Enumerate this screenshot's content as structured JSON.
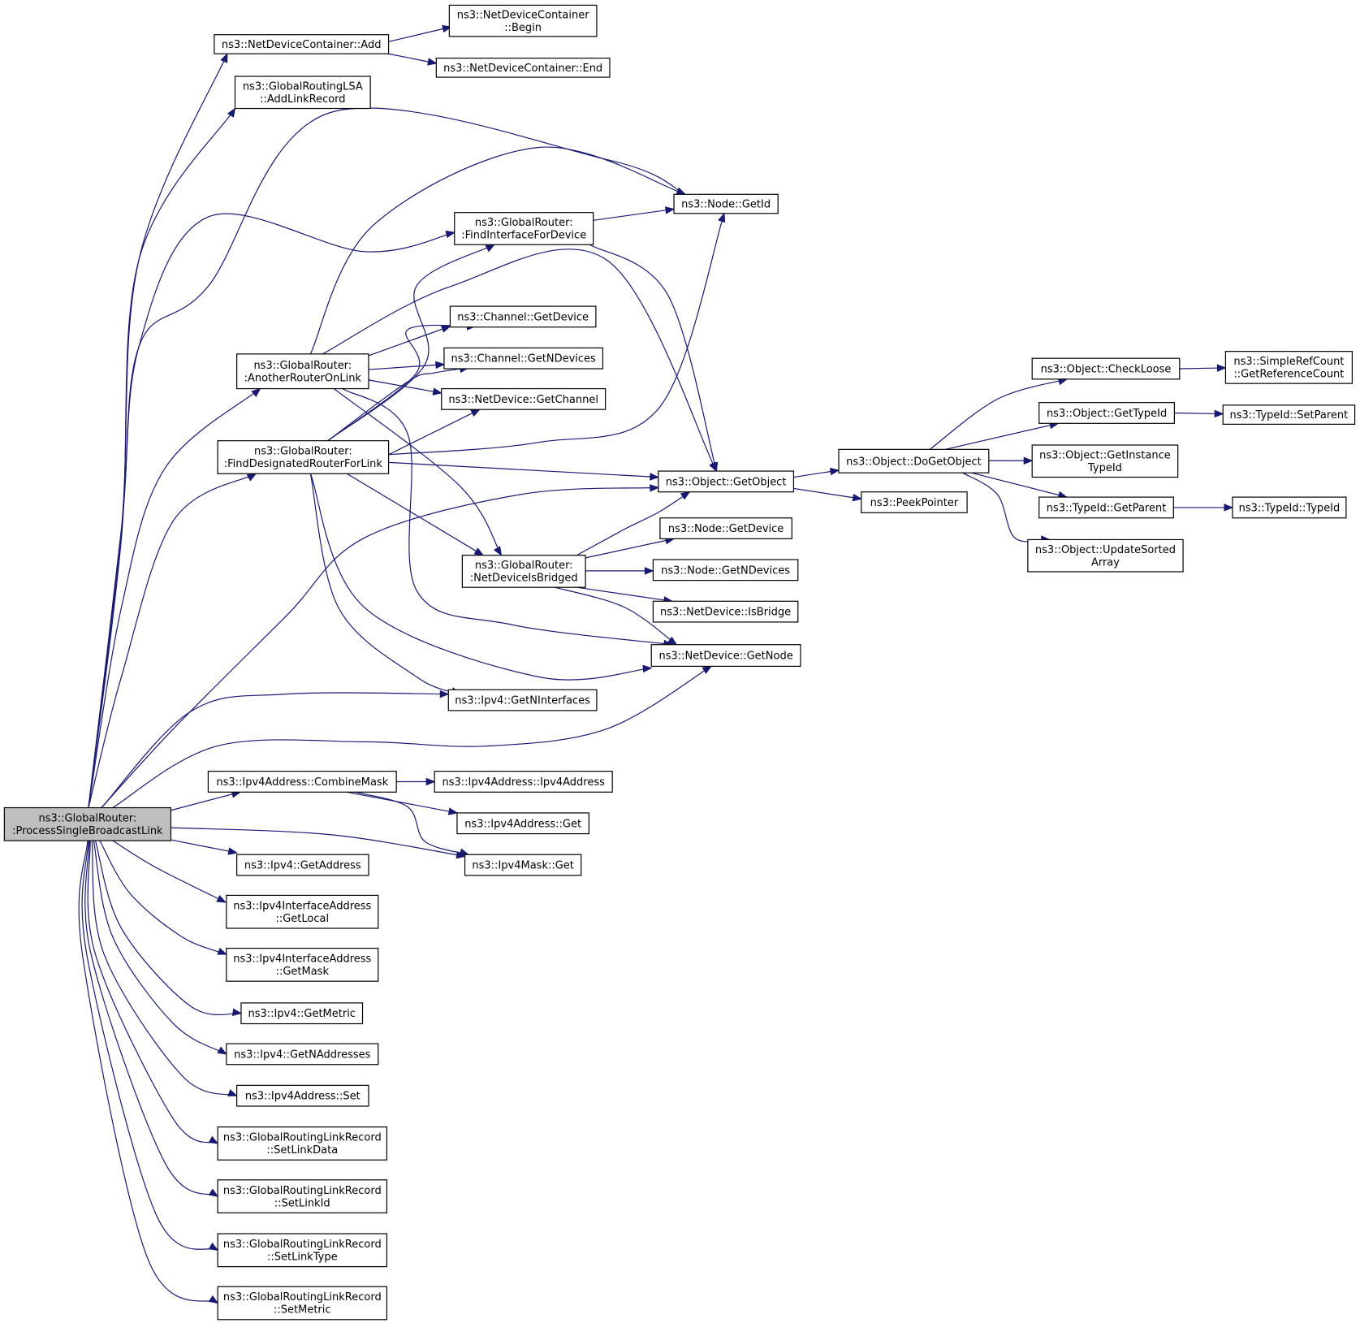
{
  "diagram": {
    "type": "call-graph",
    "edge_color": "#191970",
    "root_fill": "#bfbfbf",
    "node_fill": "#ffffff",
    "nodes": [
      {
        "id": "root",
        "lines": [
          "ns3::GlobalRouter:",
          ":ProcessSingleBroadcastLink"
        ],
        "root": true
      },
      {
        "id": "ndc_add",
        "lines": [
          "ns3::NetDeviceContainer::Add"
        ]
      },
      {
        "id": "ndc_begin",
        "lines": [
          "ns3::NetDeviceContainer",
          "::Begin"
        ]
      },
      {
        "id": "ndc_end",
        "lines": [
          "ns3::NetDeviceContainer::End"
        ]
      },
      {
        "id": "lsa_add",
        "lines": [
          "ns3::GlobalRoutingLSA",
          "::AddLinkRecord"
        ]
      },
      {
        "id": "node_getid",
        "lines": [
          "ns3::Node::GetId"
        ]
      },
      {
        "id": "find_iface",
        "lines": [
          "ns3::GlobalRouter:",
          ":FindInterfaceForDevice"
        ]
      },
      {
        "id": "ch_getdev",
        "lines": [
          "ns3::Channel::GetDevice"
        ]
      },
      {
        "id": "ch_getndev",
        "lines": [
          "ns3::Channel::GetNDevices"
        ]
      },
      {
        "id": "another",
        "lines": [
          "ns3::GlobalRouter:",
          ":AnotherRouterOnLink"
        ]
      },
      {
        "id": "nd_getch",
        "lines": [
          "ns3::NetDevice::GetChannel"
        ]
      },
      {
        "id": "find_dr",
        "lines": [
          "ns3::GlobalRouter:",
          ":FindDesignatedRouterForLink"
        ]
      },
      {
        "id": "getobject",
        "lines": [
          "ns3::Object::GetObject"
        ]
      },
      {
        "id": "dogetobject",
        "lines": [
          "ns3::Object::DoGetObject"
        ]
      },
      {
        "id": "peekpointer",
        "lines": [
          "ns3::PeekPointer"
        ]
      },
      {
        "id": "checkloose",
        "lines": [
          "ns3::Object::CheckLoose"
        ]
      },
      {
        "id": "getrefcount",
        "lines": [
          "ns3::SimpleRefCount",
          "::GetReferenceCount"
        ]
      },
      {
        "id": "gettypeid",
        "lines": [
          "ns3::Object::GetTypeId"
        ]
      },
      {
        "id": "setparent",
        "lines": [
          "ns3::TypeId::SetParent"
        ]
      },
      {
        "id": "getinstance",
        "lines": [
          "ns3::Object::GetInstance",
          "TypeId"
        ]
      },
      {
        "id": "getparent",
        "lines": [
          "ns3::TypeId::GetParent"
        ]
      },
      {
        "id": "typeid",
        "lines": [
          "ns3::TypeId::TypeId"
        ]
      },
      {
        "id": "updatesorted",
        "lines": [
          "ns3::Object::UpdateSorted",
          "Array"
        ]
      },
      {
        "id": "bridged",
        "lines": [
          "ns3::GlobalRouter:",
          ":NetDeviceIsBridged"
        ]
      },
      {
        "id": "node_getdev",
        "lines": [
          "ns3::Node::GetDevice"
        ]
      },
      {
        "id": "node_getndev",
        "lines": [
          "ns3::Node::GetNDevices"
        ]
      },
      {
        "id": "nd_isbridge",
        "lines": [
          "ns3::NetDevice::IsBridge"
        ]
      },
      {
        "id": "nd_getnode",
        "lines": [
          "ns3::NetDevice::GetNode"
        ]
      },
      {
        "id": "ipv4_getnif",
        "lines": [
          "ns3::Ipv4::GetNInterfaces"
        ]
      },
      {
        "id": "combinemask",
        "lines": [
          "ns3::Ipv4Address::CombineMask"
        ]
      },
      {
        "id": "ipv4addr_ctor",
        "lines": [
          "ns3::Ipv4Address::Ipv4Address"
        ]
      },
      {
        "id": "ipv4addr_get",
        "lines": [
          "ns3::Ipv4Address::Get"
        ]
      },
      {
        "id": "ipv4mask_get",
        "lines": [
          "ns3::Ipv4Mask::Get"
        ]
      },
      {
        "id": "ipv4_getaddr",
        "lines": [
          "ns3::Ipv4::GetAddress"
        ]
      },
      {
        "id": "ifaddr_local",
        "lines": [
          "ns3::Ipv4InterfaceAddress",
          "::GetLocal"
        ]
      },
      {
        "id": "ifaddr_mask",
        "lines": [
          "ns3::Ipv4InterfaceAddress",
          "::GetMask"
        ]
      },
      {
        "id": "ipv4_getmetric",
        "lines": [
          "ns3::Ipv4::GetMetric"
        ]
      },
      {
        "id": "ipv4_getnaddr",
        "lines": [
          "ns3::Ipv4::GetNAddresses"
        ]
      },
      {
        "id": "ipv4addr_set",
        "lines": [
          "ns3::Ipv4Address::Set"
        ]
      },
      {
        "id": "lr_setdata",
        "lines": [
          "ns3::GlobalRoutingLinkRecord",
          "::SetLinkData"
        ]
      },
      {
        "id": "lr_setid",
        "lines": [
          "ns3::GlobalRoutingLinkRecord",
          "::SetLinkId"
        ]
      },
      {
        "id": "lr_settype",
        "lines": [
          "ns3::GlobalRoutingLinkRecord",
          "::SetLinkType"
        ]
      },
      {
        "id": "lr_setmetric",
        "lines": [
          "ns3::GlobalRoutingLinkRecord",
          "::SetMetric"
        ]
      }
    ]
  }
}
